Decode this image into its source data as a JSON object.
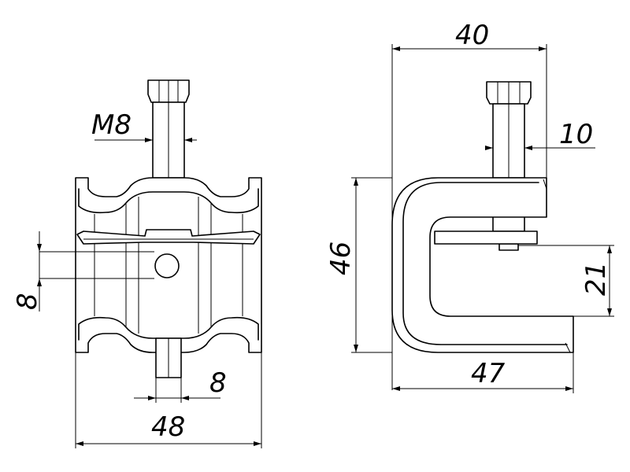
{
  "drawing": {
    "front_view": {
      "thread_label": "M8",
      "height_dim": "8",
      "bolt_dim": "8",
      "width_dim": "48"
    },
    "side_view": {
      "top_dim": "40",
      "bolt_dim": "10",
      "height_dim": "46",
      "opening_dim": "21",
      "bottom_dim": "47"
    }
  }
}
